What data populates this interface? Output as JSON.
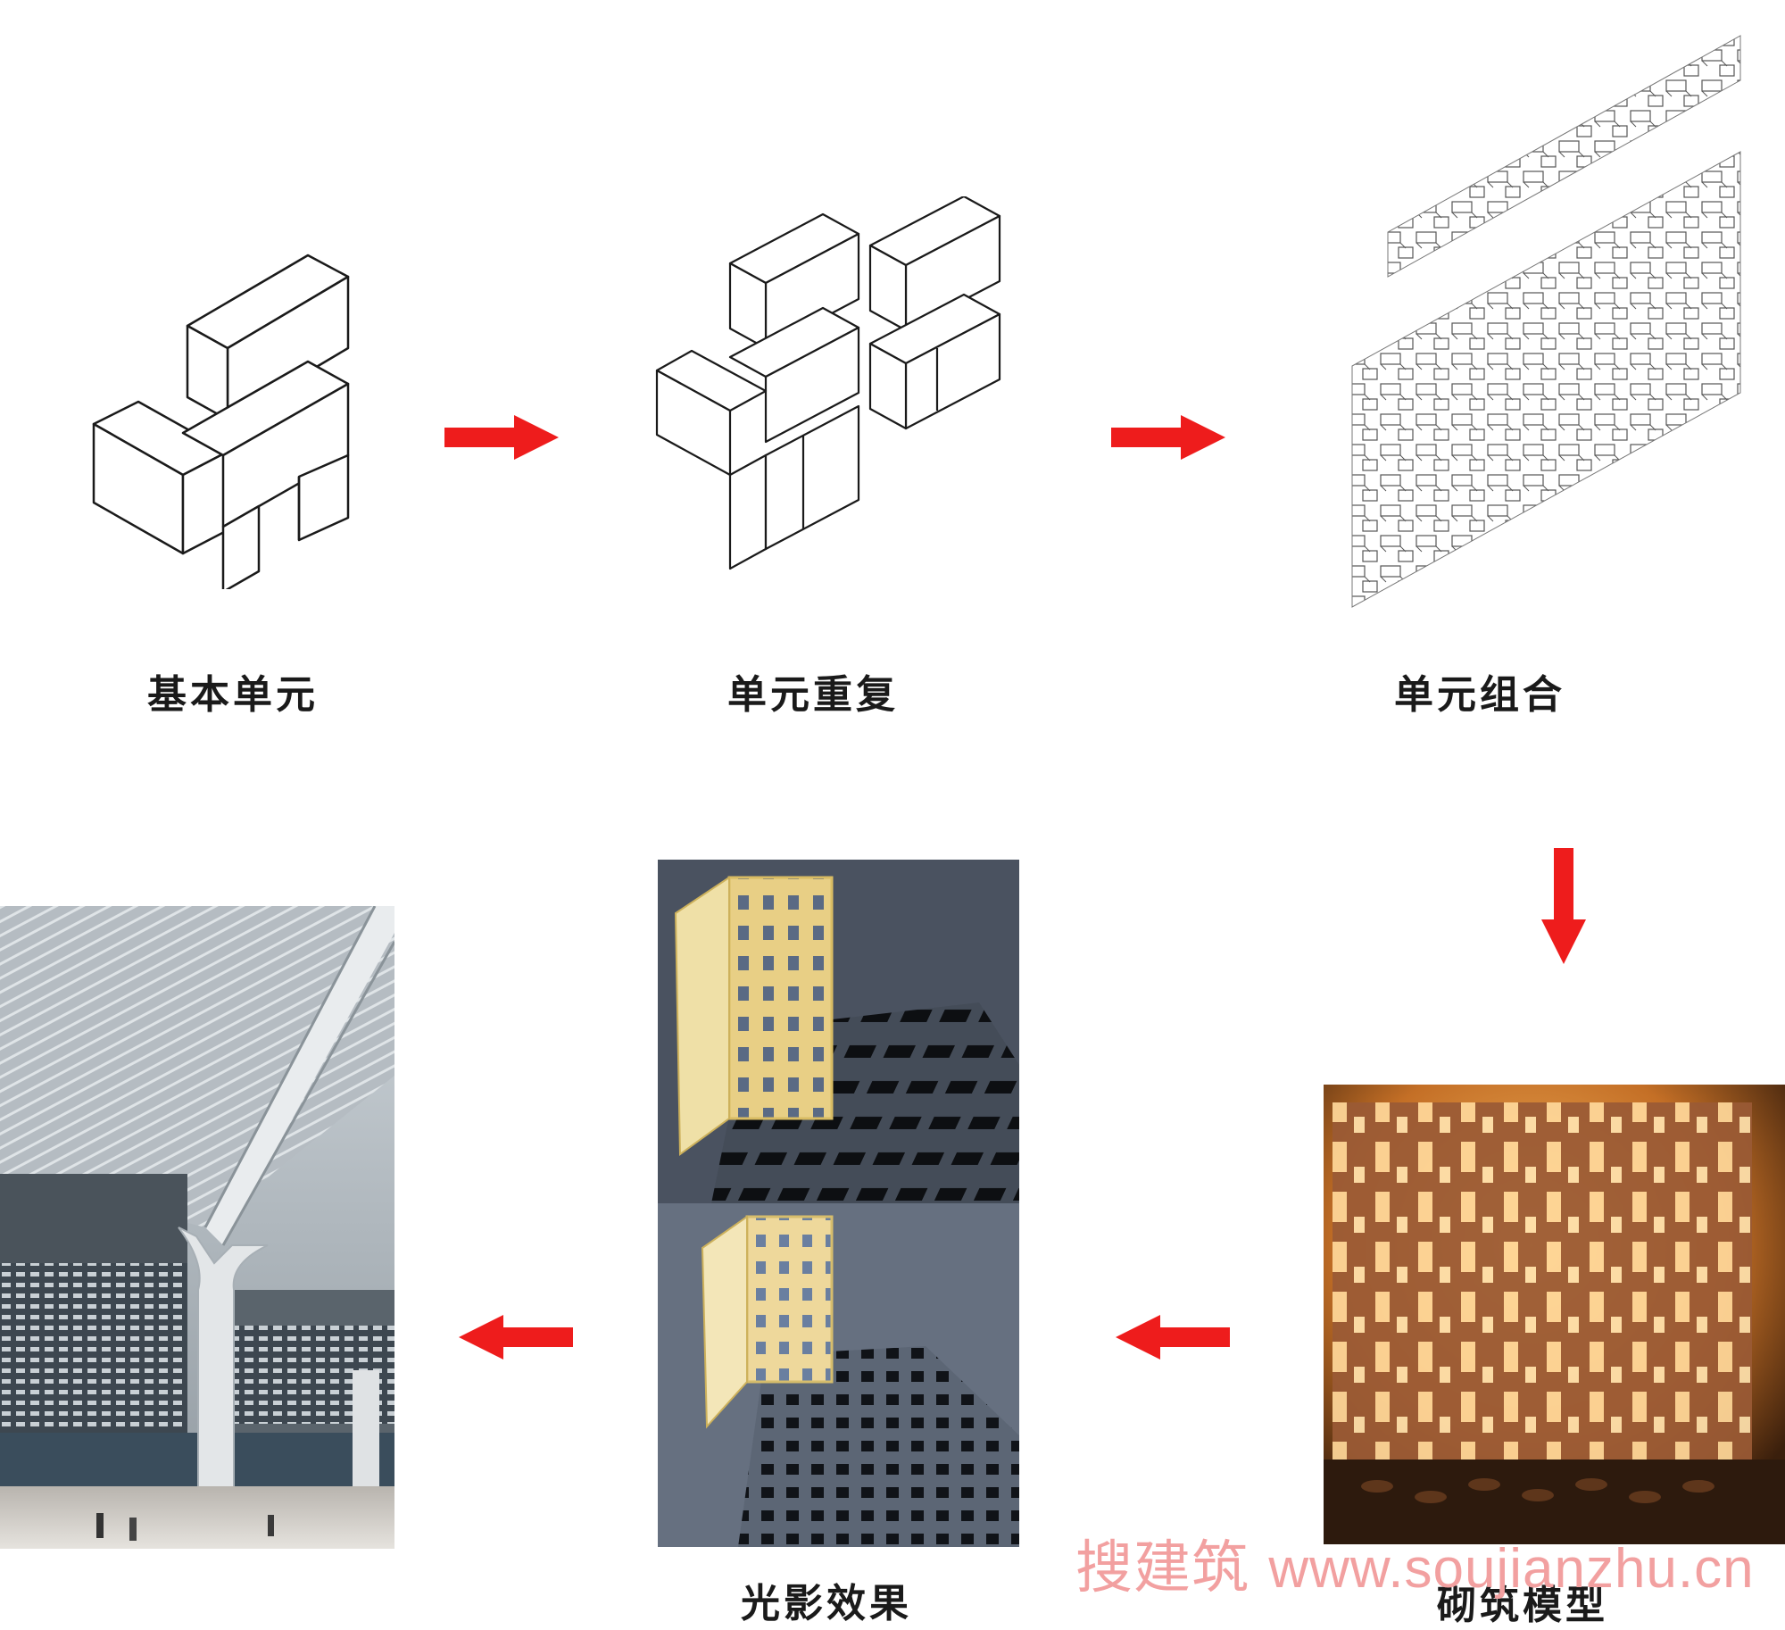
{
  "steps": {
    "basic_unit": "基本单元",
    "unit_repeat": "单元重复",
    "unit_combination": "单元组合",
    "masonry_model": "砌筑模型",
    "light_shadow": "光影效果"
  },
  "watermark": {
    "cn": "搜建筑",
    "url": "www.soujianzhu.cn"
  },
  "colors": {
    "arrow": "#ee1c1c",
    "line": "#1a1a1a",
    "watermark": "#f2a0a0"
  }
}
